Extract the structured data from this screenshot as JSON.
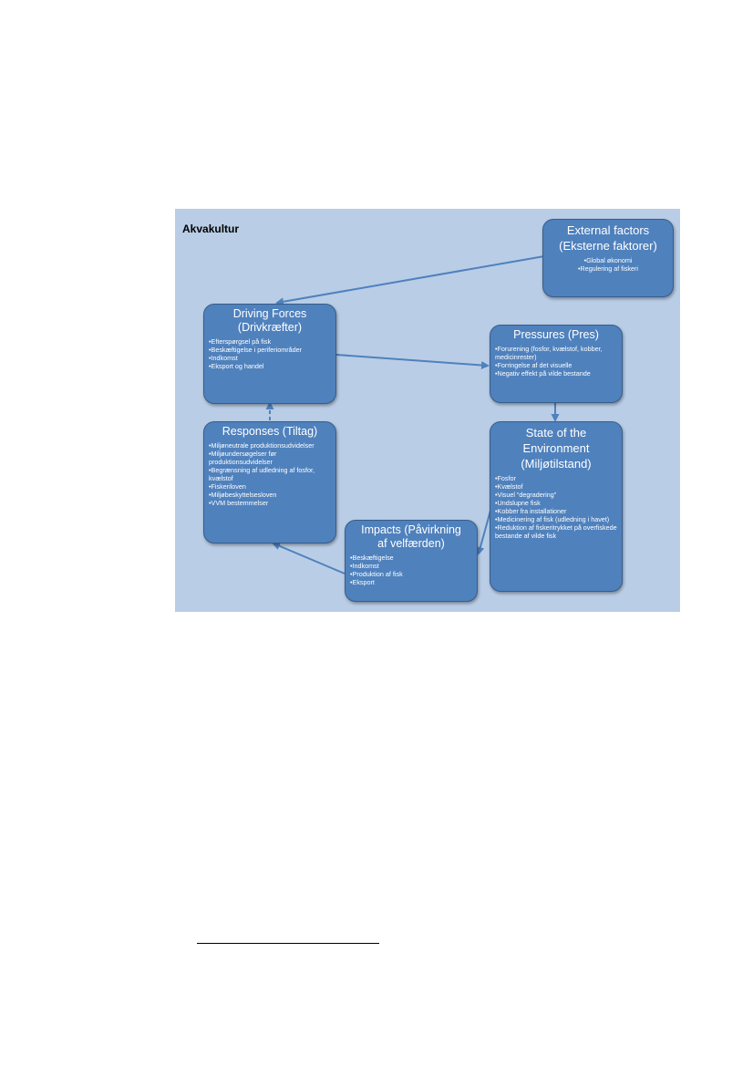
{
  "diagram": {
    "title": "Akvakultur",
    "boxes": {
      "external": {
        "title": "External factors (Eksterne faktorer)",
        "items": [
          "Global økonomi",
          "Regulering af fiskeri"
        ]
      },
      "driving": {
        "title": "Driving Forces (Drivkræfter)",
        "items": [
          "Efterspørgsel på fisk",
          "Beskæftigelse i periferiområder",
          "Indkomst",
          "Eksport og handel"
        ]
      },
      "pressures": {
        "title": "Pressures (Pres)",
        "items": [
          "Forurening (fosfor, kvælstof, kobber, medicinrester)",
          "Forringelse af det visuelle",
          "Negativ effekt på vilde bestande"
        ]
      },
      "state": {
        "title": "State of the Environment (Miljøtilstand)",
        "items": [
          "Fosfor",
          "Kvælstof",
          "Visuel “degradering”",
          "Undslupne fisk",
          "Kobber fra installationer",
          "Medicinering af fisk (udledning i havet)",
          "Reduktion af fiskeritrykket på overfiskede bestande af vilde fisk"
        ]
      },
      "impacts": {
        "title": "Impacts (Påvirkning af velfærden)",
        "items": [
          "Beskæftigelse",
          "Indkomst",
          "Produktion af fisk",
          "Eksport"
        ]
      },
      "responses": {
        "title": "Responses (Tiltag)",
        "items": [
          "Miljøneutrale produktionsudvidelser",
          "Miljøundersøgelser før produktionsudvidelser",
          "Begrænsning af udledning af fosfor, kvælstof",
          "Fiskeriloven",
          "Miljøbeskyttelsesloven",
          "VVM bestemmelser"
        ]
      }
    },
    "colors": {
      "box_fill": "#4f81bd",
      "box_border": "#385d8a",
      "background": "#b9cde6",
      "arrow": "#4f81bd"
    }
  }
}
